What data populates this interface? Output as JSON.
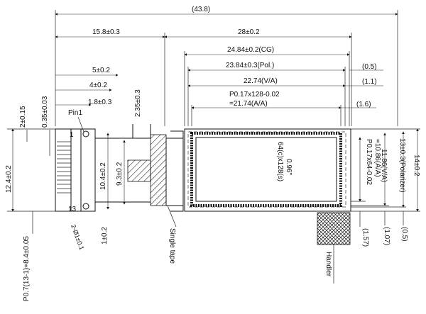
{
  "dims": {
    "total_width": "(43.8)",
    "d_15_8": "15.8±0.3",
    "d_28": "28±0.2",
    "d_cg": "24.84±0.2(CG)",
    "d_pol": "23.84±0.3(Pol.)",
    "d_va": "22.74(V/A)",
    "d_pitch_line1": "P0.17x128-0.02",
    "d_pitch_line2": "=21.74(A/A)",
    "d_05_top": "(0.5)",
    "d_11": "(1.1)",
    "d_16": "(1.6)",
    "d_5": "5±0.2",
    "d_4": "4±0.2",
    "d_1_8": "1.8±0.3",
    "d_0_35": "0.35±0.03",
    "d_2": "2±0.15",
    "d_2_35": "2.35±0.3",
    "d_12_4": "12.4±0.2",
    "d_10_4": "10.4±0.2",
    "d_9_3": "9.3±0.2",
    "d_1": "1±0.2",
    "d_hole": "2-Ø1±0.1",
    "d_pin_pitch": "P0.7(13-1)=8.4±0.05",
    "d_14": "14±0.2",
    "d_13": "13±0.3(Polarizer)",
    "d_11_86": "11.86(V/A)",
    "d_p017_line1": "P0.17x64-0.02",
    "d_p017_line2": "=10.86(A/A)",
    "d_157": "(1.57)",
    "d_107": "(1.07)",
    "d_05_bot": "(0.5)"
  },
  "labels": {
    "pin1": "Pin1",
    "pin_num_1": "1",
    "pin_num_13": "13",
    "single_tape": "Single tape",
    "handler": "Handler",
    "resolution": "64(c)x128(s)",
    "size": "0.96\""
  }
}
